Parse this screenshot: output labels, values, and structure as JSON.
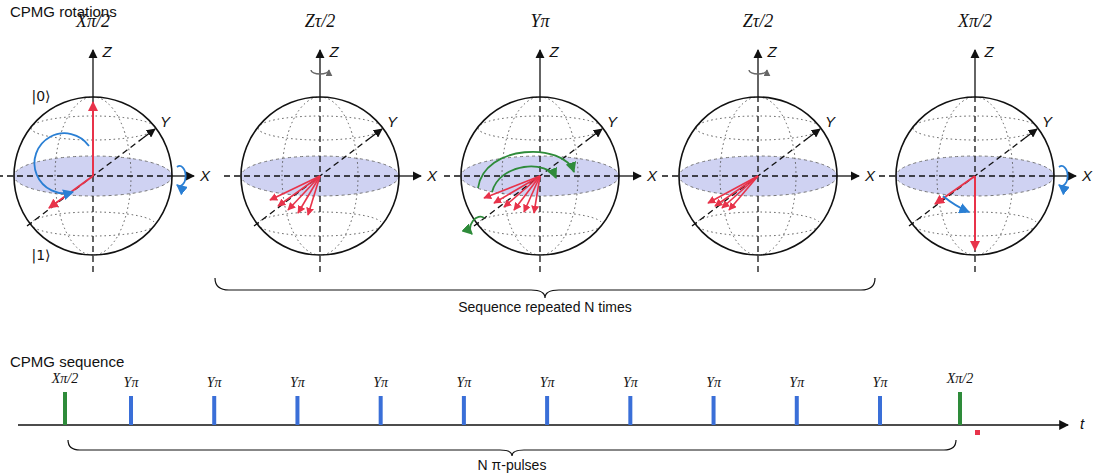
{
  "diagram": {
    "labels": [
      "CPMG rotations",
      "Xπ/2",
      "Zτ/2",
      "Yπ",
      "Zτ/2",
      "Xπ/2",
      "Z",
      "Y",
      "X",
      "|0⟩",
      "|1⟩",
      "Z",
      "Y",
      "X",
      "Z",
      "Y",
      "X",
      "Z",
      "Y",
      "X",
      "Z",
      "Y",
      "X",
      "Sequence repeated N times",
      "CPMG sequence",
      "Xπ/2",
      "Yπ",
      "Yπ",
      "Yπ",
      "Yπ",
      "Yπ",
      "Yπ",
      "Yπ",
      "Yπ",
      "Yπ",
      "Yπ",
      "Xπ/2",
      "t",
      "N π-pulses"
    ]
  }
}
